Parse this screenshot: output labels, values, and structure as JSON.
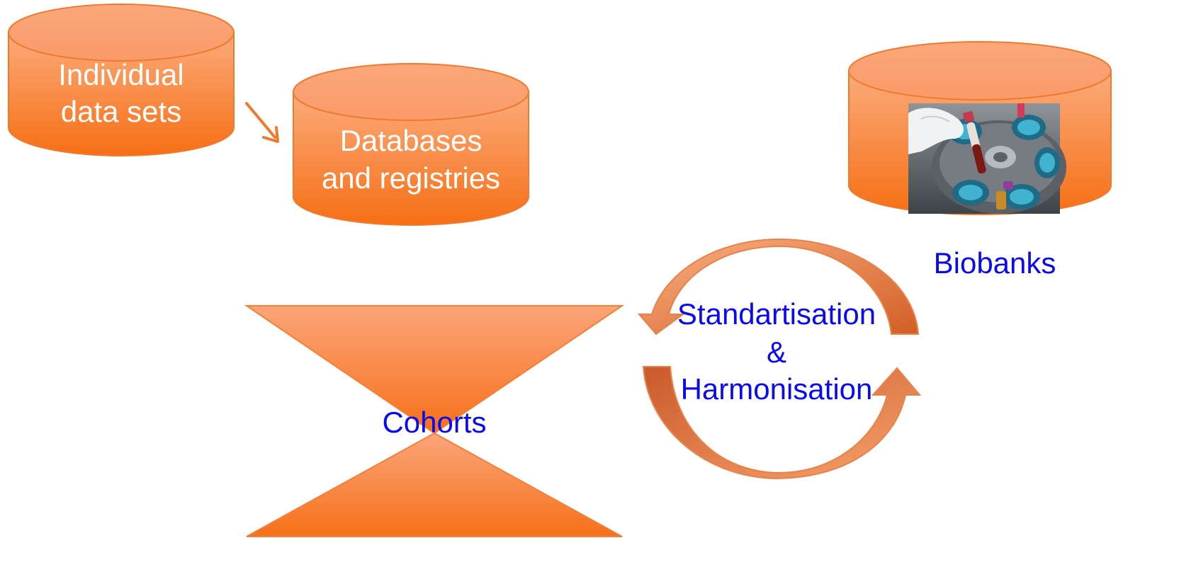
{
  "colors": {
    "cylinder_fill_top": "#fbab7c",
    "cylinder_fill_bottom": "#f66f14",
    "cylinder_stroke": "#ee7a2e",
    "label_white": "#ffffff",
    "label_blue": "#0a0af0",
    "cycle_arrow_dark": "#d8622a",
    "cycle_arrow_light": "#f7a06a"
  },
  "cylinders": {
    "individual": {
      "line1": "Individual",
      "line2": "data sets"
    },
    "databases": {
      "line1": "Databases",
      "line2": "and registries"
    },
    "biobanks": {
      "label": "Biobanks",
      "image": "lab-centrifuge-with-blood-sample-tubes"
    }
  },
  "cohorts": {
    "label": "Cohorts"
  },
  "cycle": {
    "line1": "Standartisation",
    "line2": "&",
    "line3": "Harmonisation"
  }
}
